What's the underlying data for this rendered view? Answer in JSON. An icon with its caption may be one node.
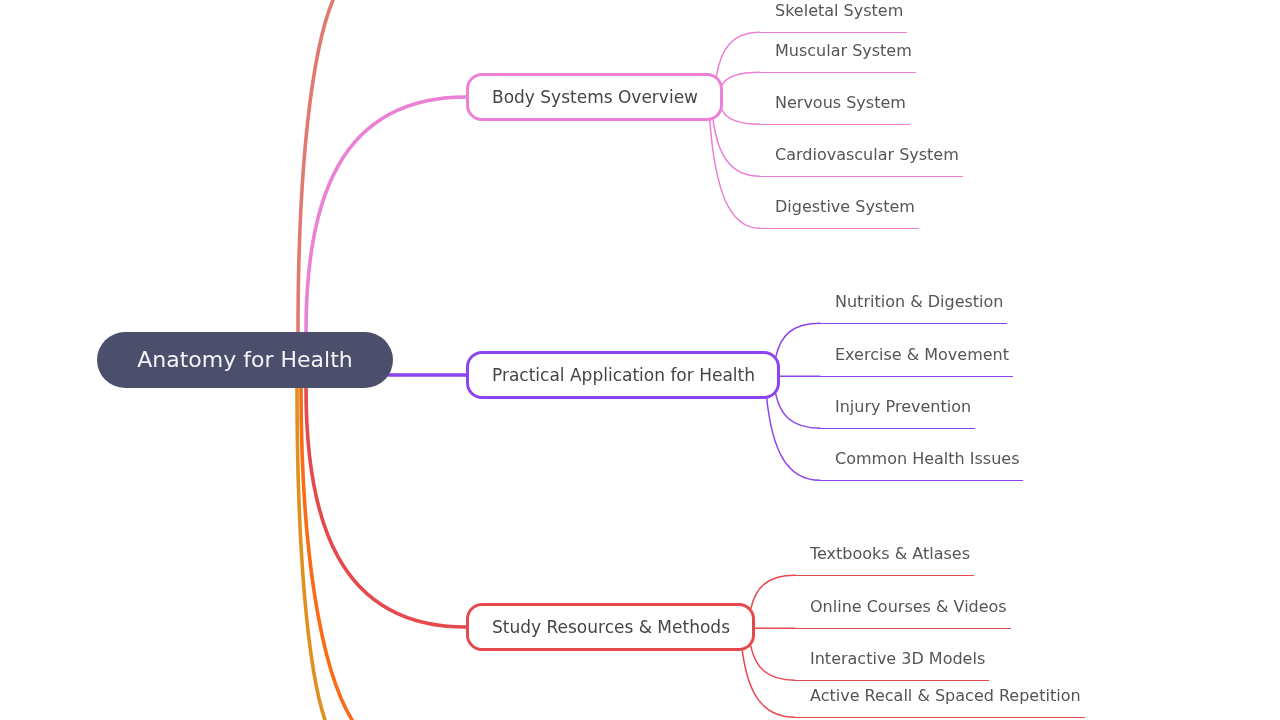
{
  "diagram": {
    "nodes": [
      {
        "text": [
          "Anatomy for Health"
        ]
      },
      {
        "text": [
          "Body Systems Overview"
        ]
      },
      {
        "text": [
          "Skeletal System"
        ]
      },
      {
        "text": [
          "Muscular System"
        ]
      },
      {
        "text": [
          "Nervous System"
        ]
      },
      {
        "text": [
          "Cardiovascular System"
        ]
      },
      {
        "text": [
          "Digestive System"
        ]
      },
      {
        "text": [
          "Practical Application for Health"
        ]
      },
      {
        "text": [
          "Nutrition & Digestion"
        ]
      },
      {
        "text": [
          "Exercise & Movement"
        ]
      },
      {
        "text": [
          "Injury Prevention"
        ]
      },
      {
        "text": [
          "Common Health Issues"
        ]
      },
      {
        "text": [
          "Study Resources & Methods"
        ]
      },
      {
        "text": [
          "Textbooks & Atlases"
        ]
      },
      {
        "text": [
          "Online Courses & Videos"
        ]
      },
      {
        "text": [
          "Interactive 3D Models"
        ]
      },
      {
        "text": [
          "Active Recall & Spaced Repetition"
        ]
      }
    ],
    "edges": [
      {
        "from": 0,
        "to": null,
        "arrow": "none",
        "style": "thick",
        "color": "#e07a70"
      },
      {
        "from": 0,
        "to": 1,
        "arrow": "none",
        "style": "thick",
        "color": "#ec7fd6"
      },
      {
        "from": 1,
        "to": 2,
        "arrow": "none",
        "color": "#ec7fd6"
      },
      {
        "from": 1,
        "to": 3,
        "arrow": "none",
        "color": "#ec7fd6"
      },
      {
        "from": 1,
        "to": 4,
        "arrow": "none",
        "color": "#ec7fd6"
      },
      {
        "from": 1,
        "to": 5,
        "arrow": "none",
        "color": "#ec7fd6"
      },
      {
        "from": 1,
        "to": 6,
        "arrow": "none",
        "color": "#ec7fd6"
      },
      {
        "from": 0,
        "to": 7,
        "arrow": "none",
        "style": "thick",
        "color": "#8d43ee"
      },
      {
        "from": 7,
        "to": 8,
        "arrow": "none",
        "color": "#8d43ee"
      },
      {
        "from": 7,
        "to": 9,
        "arrow": "none",
        "color": "#8d43ee"
      },
      {
        "from": 7,
        "to": 10,
        "arrow": "none",
        "color": "#8d43ee"
      },
      {
        "from": 7,
        "to": 11,
        "arrow": "none",
        "color": "#8d43ee"
      },
      {
        "from": 0,
        "to": 12,
        "arrow": "none",
        "style": "thick",
        "color": "#e5484d"
      },
      {
        "from": 12,
        "to": 13,
        "arrow": "none",
        "color": "#e5484d"
      },
      {
        "from": 12,
        "to": 14,
        "arrow": "none",
        "color": "#e5484d"
      },
      {
        "from": 12,
        "to": 15,
        "arrow": "none",
        "color": "#e5484d"
      },
      {
        "from": 12,
        "to": 16,
        "arrow": "none",
        "color": "#e5484d"
      },
      {
        "from": 0,
        "to": null,
        "arrow": "none",
        "style": "thick",
        "color": "#fb6b16"
      },
      {
        "from": 0,
        "to": null,
        "arrow": "none",
        "style": "thick",
        "color": "#e0901f"
      }
    ]
  }
}
